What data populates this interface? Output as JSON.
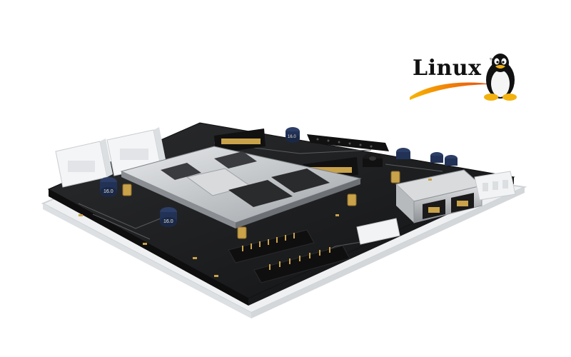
{
  "logo": {
    "text": "Linux",
    "trademark": "™",
    "mascot_icon": "tux-penguin-icon",
    "swoosh_colors": [
      "#f7b500",
      "#e8490f"
    ]
  },
  "board": {
    "capacitor_labels": [
      "16.0",
      "16.0",
      "16.0"
    ],
    "colors": {
      "pcb": "#1c1d1f",
      "acrylic": "#eef0f2",
      "module": "#d9dbdd",
      "gold": "#c9a24a",
      "port_metal": "#b7babd"
    }
  }
}
